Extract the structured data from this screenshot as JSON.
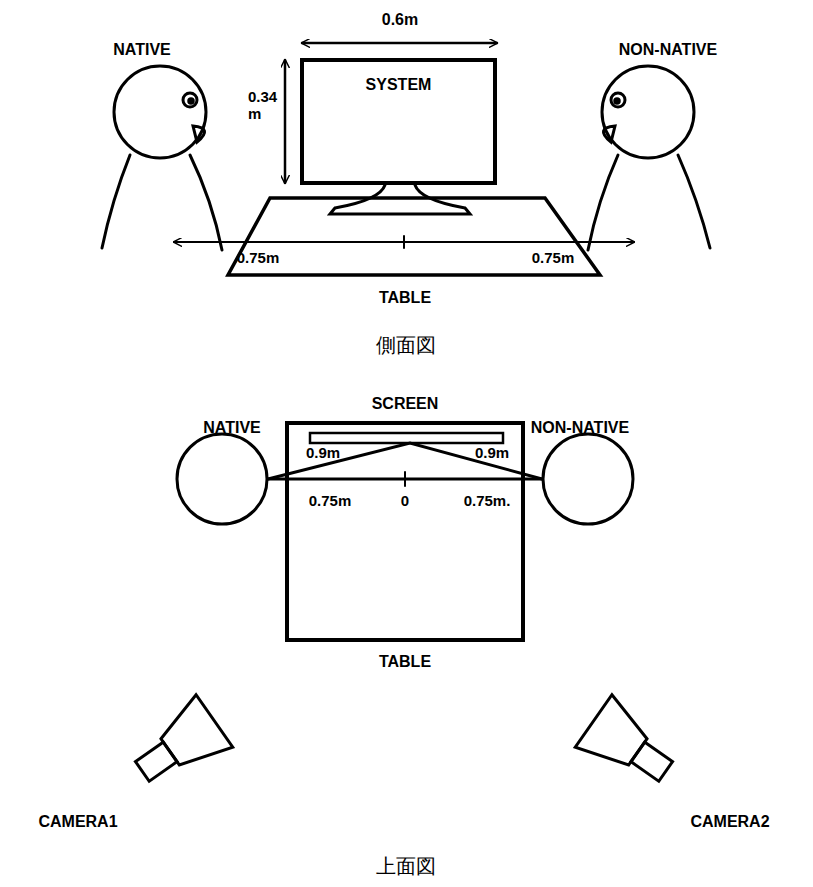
{
  "diagram": {
    "nodes": [
      {
        "text": [
          "SYSTEM"
        ]
      }
    ],
    "labels": [
      "0.6m",
      "NATIVE",
      "NON-NATIVE",
      "0.34 m",
      "0.75m",
      "0.75m",
      "TABLE",
      "側面図",
      "SCREEN",
      "NATIVE",
      "NON-NATIVE",
      "0.9m",
      "0.9m",
      "0.75m",
      "0",
      "0.75m.",
      "TABLE",
      "CAMERA1",
      "CAMERA2",
      "上面図"
    ]
  }
}
